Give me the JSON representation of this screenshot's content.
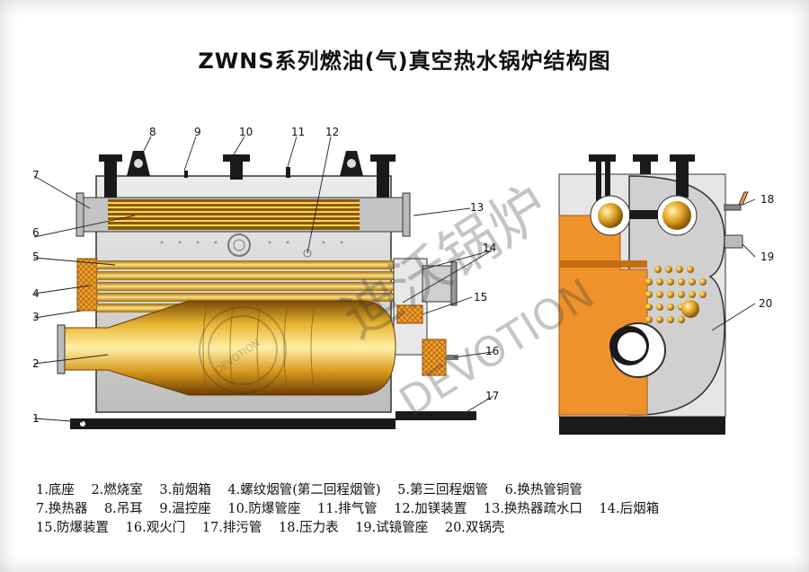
{
  "title": "ZWNS系列燃油(气)真空热水锅炉结构图",
  "watermark": {
    "text_cn": "迪沃锅炉",
    "text_en": "DEVOTION",
    "seal_text": "DEVOTION"
  },
  "callouts": [
    "1",
    "2",
    "3",
    "4",
    "5",
    "6",
    "7",
    "8",
    "9",
    "10",
    "11",
    "12",
    "13",
    "14",
    "15",
    "16",
    "17",
    "18",
    "19",
    "20"
  ],
  "legend_rows": [
    [
      "1.底座",
      "2.燃烧室",
      "3.前烟箱",
      "4.螺纹烟管(第二回程烟管)",
      "5.第三回程烟管",
      "6.换热管铜管"
    ],
    [
      "7.换热器",
      "8.吊耳",
      "9.温控座",
      "10.防爆管座",
      "11.排气管",
      "12.加镁装置",
      "13.换热器疏水口",
      "14.后烟箱"
    ],
    [
      "15.防爆装置",
      "16.观火门",
      "17.排污管",
      "18.压力表",
      "19.试镜管座",
      "20.双锅壳"
    ]
  ],
  "colors": {
    "gold": "#d9a520",
    "orange": "#f0922b",
    "shell": "#d8d8d8",
    "dark": "#1a1a1a"
  }
}
